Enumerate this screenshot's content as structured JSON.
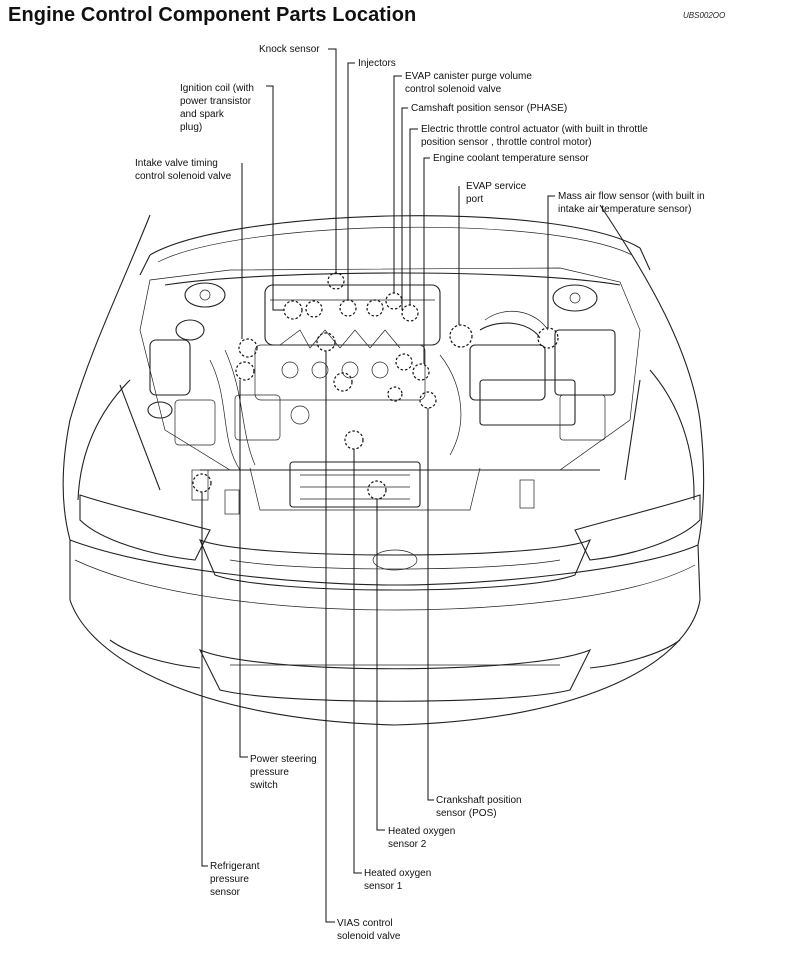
{
  "title": "Engine Control Component Parts Location",
  "figure_code": "UBS002OO",
  "labels": {
    "knock_sensor": "Knock sensor",
    "injectors": "Injectors",
    "evap_purge_valve": "EVAP canister purge volume\ncontrol solenoid valve",
    "ignition_coil": "Ignition coil (with\npower transistor\nand spark\nplug)",
    "camshaft_sensor": "Camshaft position sensor (PHASE)",
    "throttle_actuator": "Electric throttle control actuator (with built in throttle\nposition sensor , throttle control motor)",
    "intake_valve_timing": "Intake valve timing\ncontrol solenoid valve",
    "coolant_temp_sensor": "Engine coolant temperature sensor",
    "evap_service_port": "EVAP service\nport",
    "maf_sensor": "Mass air flow sensor (with built in\nintake air temperature sensor)",
    "power_steering_switch": "Power steering\npressure\nswitch",
    "crankshaft_sensor": "Crankshaft position\nsensor (POS)",
    "heated_o2_sensor_2": "Heated oxygen\nsensor 2",
    "refrigerant_sensor": "Refrigerant\npressure\nsensor",
    "heated_o2_sensor_1": "Heated oxygen\nsensor 1",
    "vias_valve": "VIAS control\nsolenoid valve"
  }
}
